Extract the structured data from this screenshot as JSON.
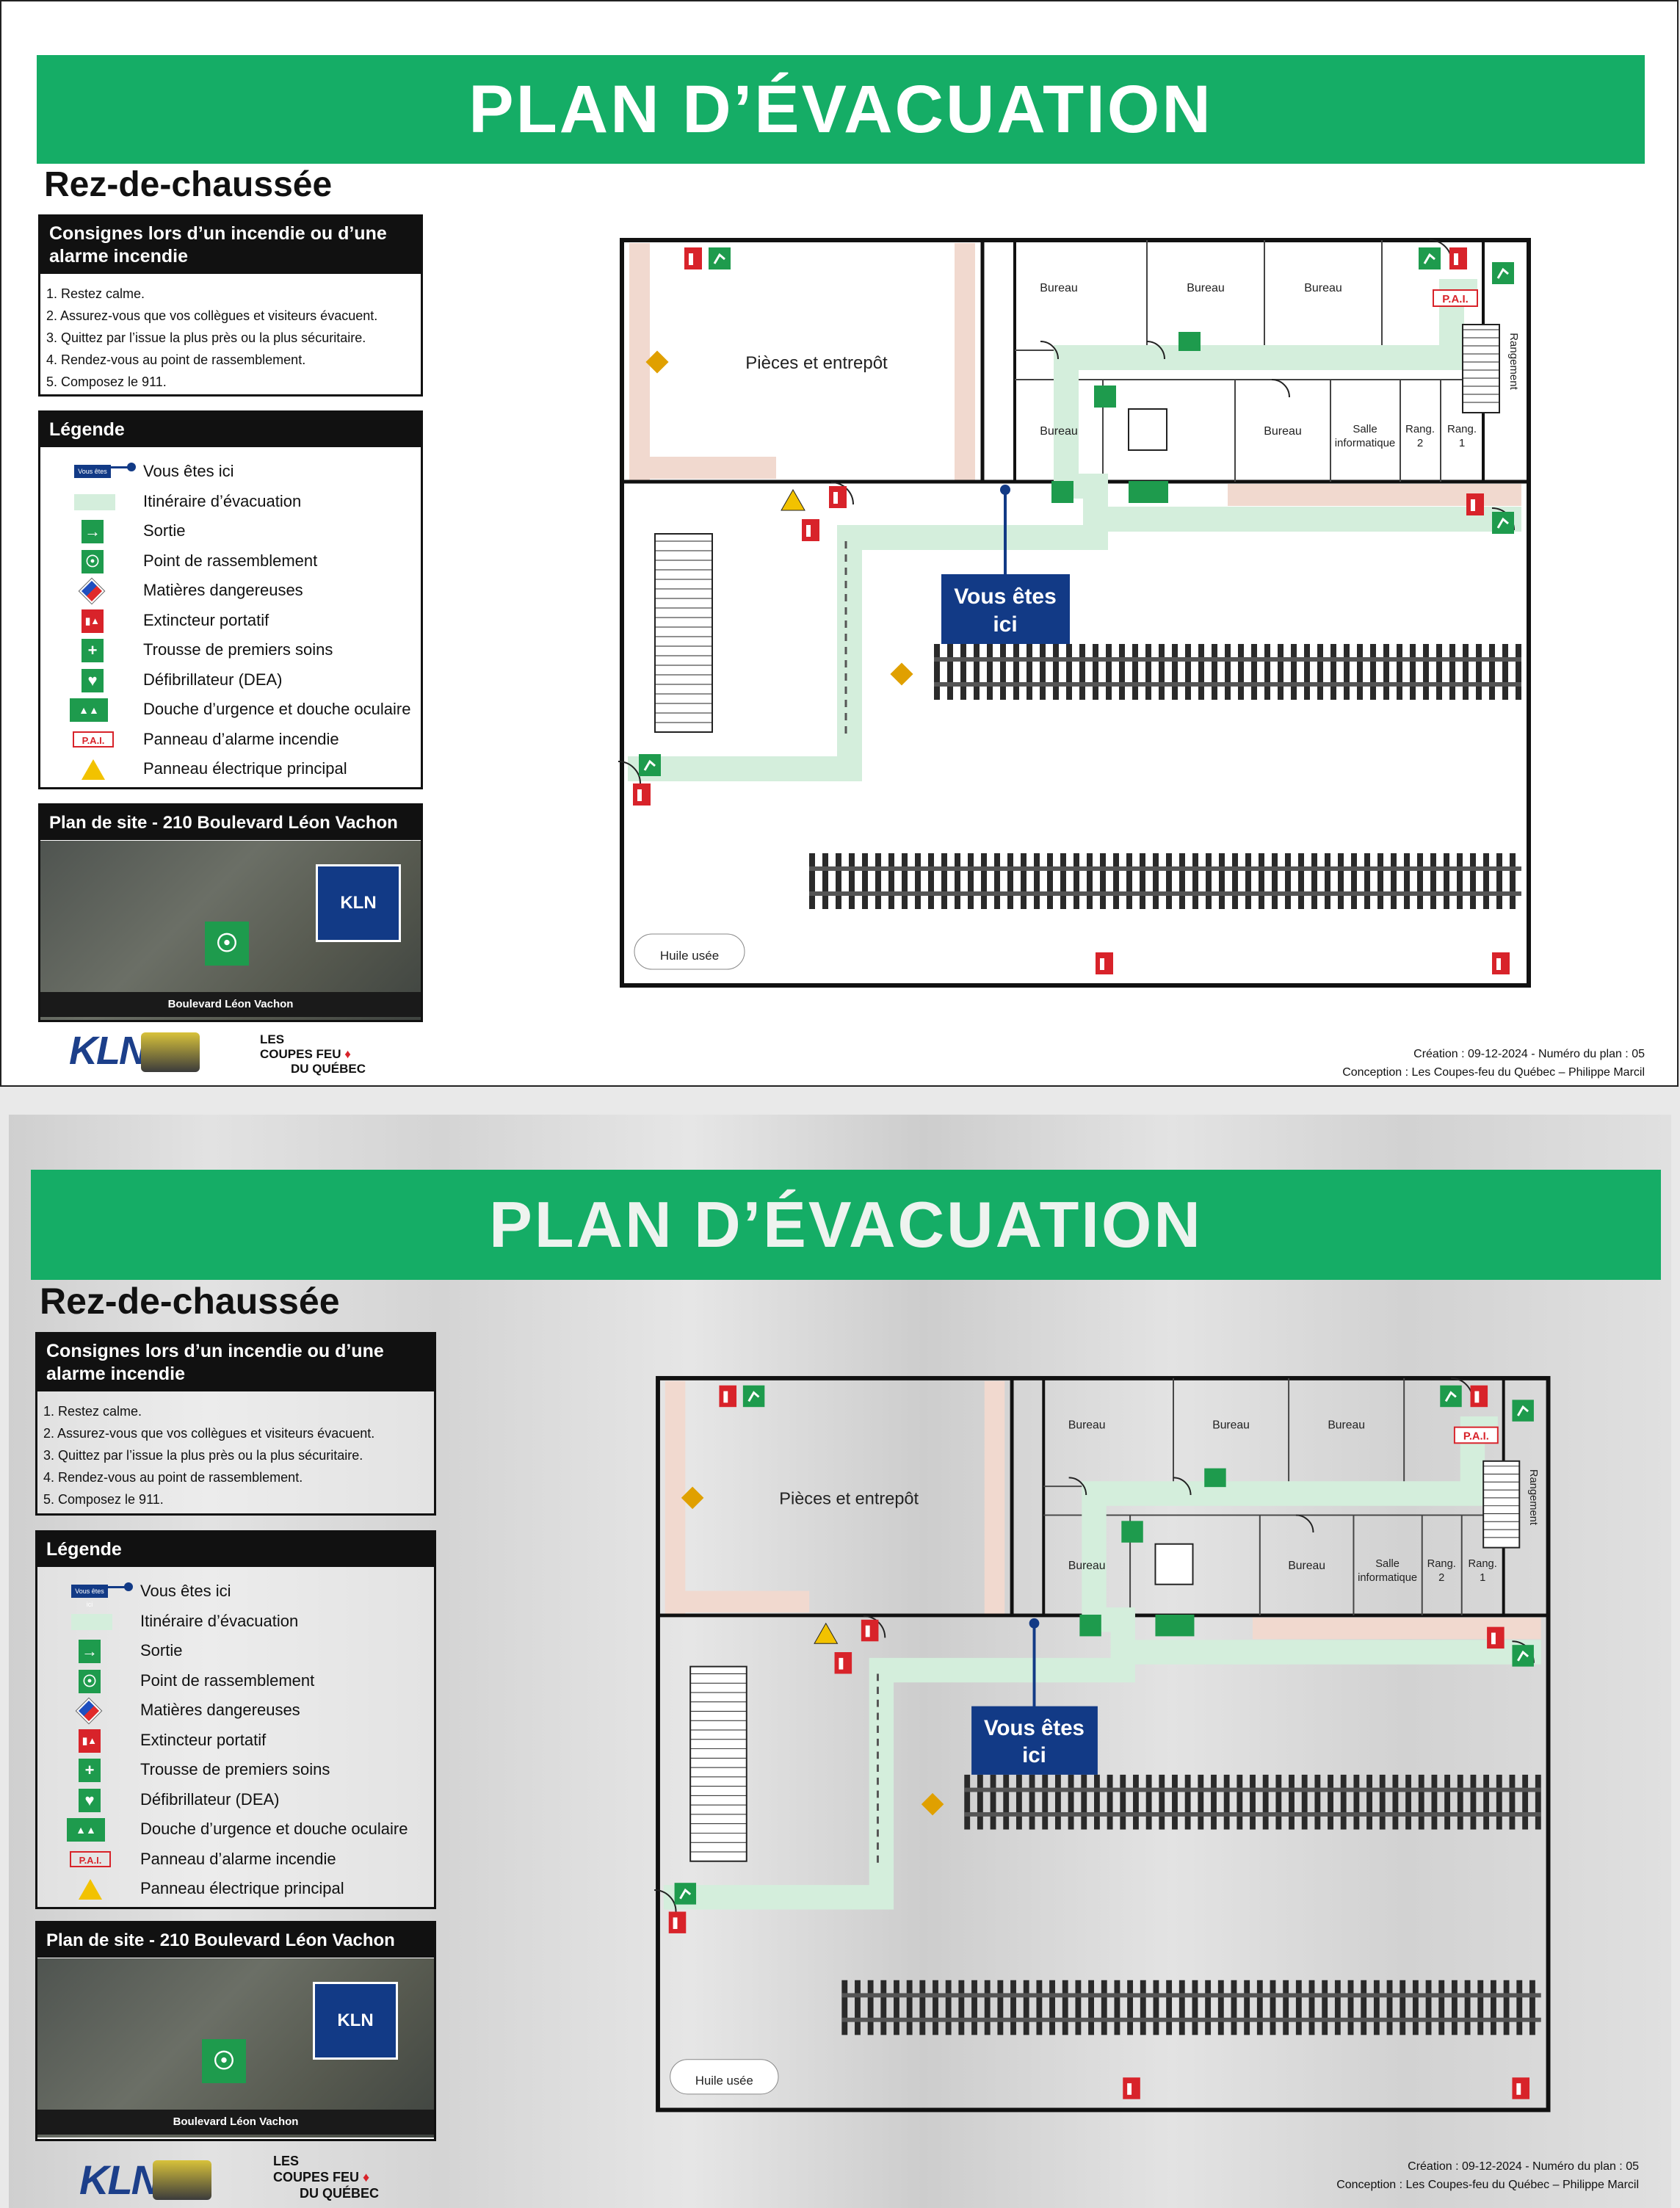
{
  "panels": [
    {
      "title": "PLAN D’ÉVACUATION",
      "floor": "Rez-de-chaussée",
      "instructions": {
        "heading": "Consignes lors d’un incendie ou d’une alarme incendie",
        "steps": [
          "1. Restez calme.",
          "2. Assurez-vous que vos collègues et visiteurs évacuent.",
          "3. Quittez par l’issue la plus près ou la plus sécuritaire.",
          "4. Rendez-vous au point de rassemblement.",
          "5. Composez le 911."
        ]
      },
      "legend": {
        "heading": "Légende",
        "you_are_here_badge": "Vous êtes ici",
        "items": [
          "Vous êtes ici",
          "Itinéraire d’évacuation",
          "Sortie",
          "Point de rassemblement",
          "Matières dangereuses",
          "Extincteur portatif",
          "Trousse de premiers soins",
          "Défibrillateur (DEA)",
          "Douche d’urgence et douche oculaire",
          "Panneau d’alarme incendie",
          "Panneau électrique principal"
        ],
        "pai_text": "P.A.I."
      },
      "site": {
        "heading": "Plan de site - 210 Boulevard Léon Vachon",
        "building": "KLN",
        "road": "Boulevard Léon Vachon"
      },
      "logos": {
        "kln": "KLN",
        "coupes_feu": [
          "LES",
          "COUPES FEU",
          "DU QUÉBEC"
        ]
      },
      "meta": {
        "creation": "Création : 09-12-2024 - Numéro du plan : 05",
        "conception": "Conception : Les Coupes-feu du Québec – Philippe Marcil"
      }
    },
    {
      "title": "PLAN D’ÉVACUATION",
      "floor": "Rez-de-chaussée",
      "instructions": {
        "heading": "Consignes lors d’un incendie ou d’une alarme incendie",
        "steps": [
          "1. Restez calme.",
          "2. Assurez-vous que vos collègues et visiteurs évacuent.",
          "3. Quittez par l’issue la plus près ou la plus sécuritaire.",
          "4. Rendez-vous au point de rassemblement.",
          "5. Composez le 911."
        ]
      },
      "legend": {
        "heading": "Légende",
        "you_are_here_badge": "Vous êtes ici",
        "items": [
          "Vous êtes ici",
          "Itinéraire d’évacuation",
          "Sortie",
          "Point de rassemblement",
          "Matières dangereuses",
          "Extincteur portatif",
          "Trousse de premiers soins",
          "Défibrillateur (DEA)",
          "Douche d’urgence et douche oculaire",
          "Panneau d’alarme incendie",
          "Panneau électrique principal"
        ],
        "pai_text": "P.A.I."
      },
      "site": {
        "heading": "Plan de site - 210 Boulevard Léon Vachon",
        "building": "KLN",
        "road": "Boulevard Léon Vachon"
      },
      "logos": {
        "kln": "KLN",
        "coupes_feu": [
          "LES",
          "COUPES FEU",
          "DU QUÉBEC"
        ]
      },
      "meta": {
        "creation": "Création : 09-12-2024 - Numéro du plan : 05",
        "conception": "Conception : Les Coupes-feu du Québec – Philippe Marcil"
      }
    }
  ],
  "floorplan": {
    "rooms": {
      "storage": "Pièces et entrepôt",
      "office": "Bureau",
      "it_room_line1": "Salle",
      "it_room_line2": "informatique",
      "storage2_line1": "Rang.",
      "storage2_num": "2",
      "storage1_num": "1",
      "rangement": "Rangement",
      "used_oil": "Huile usée"
    },
    "you_are_here_line1": "Vous êtes",
    "you_are_here_line2": "ici",
    "pai": "P.A.I."
  },
  "colors": {
    "banner": "#15ad66",
    "route": "#d4eedc",
    "you_are_here": "#123a86",
    "exit_sign": "#1e9b4d",
    "extinguisher": "#d8232a"
  }
}
